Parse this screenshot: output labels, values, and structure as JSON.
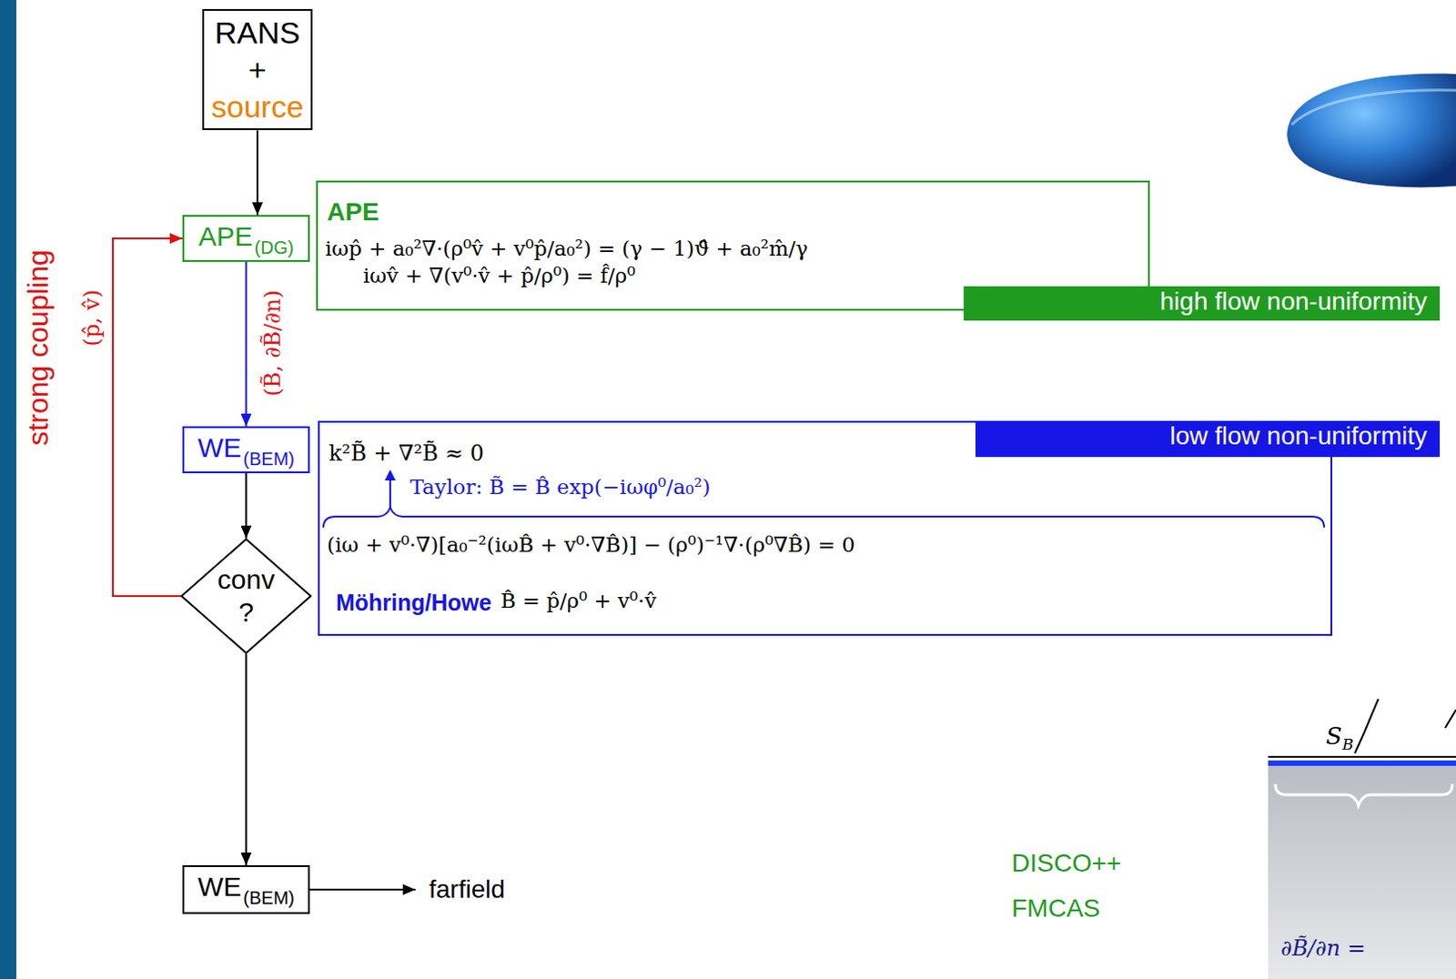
{
  "diagram": {
    "nodes": [
      {
        "text": [
          "RANS",
          "+",
          "source"
        ]
      },
      {
        "text": [
          "APE",
          "(DG)"
        ]
      },
      {
        "text": [
          "WE",
          "(BEM)"
        ]
      },
      {
        "text": [
          "conv ?"
        ]
      },
      {
        "text": [
          "WE",
          "(BEM)"
        ]
      },
      {
        "text": [
          "farfield"
        ]
      },
      {
        "text": [
          "APE",
          "iωp̂ + a₀²∇·(ρ⁰v̂ + v⁰p̂/a₀²) = (γ − 1)ϑ̂ + a₀²m̂/γ",
          "iωv̂ + ∇(v⁰·v̂ + p̂/ρ⁰) = f̂/ρ⁰"
        ]
      },
      {
        "text": [
          "k²B̃ + ∇²B̃ ≈ 0",
          "Taylor: B̃ = B̂ exp(−iωφ⁰/a₀²)",
          "(iω + v⁰·∇)[a₀⁻²(iωB̂ + v⁰·∇B̂)] − (ρ⁰)⁻¹∇·(ρ⁰∇B̂) = 0",
          "Möhring/Howe",
          "B̂ = p̂/ρ⁰ + v⁰·v̂"
        ]
      },
      {
        "text": [
          "high flow non-uniformity"
        ]
      },
      {
        "text": [
          "low flow non-uniformity"
        ]
      }
    ],
    "edges": [
      {
        "from": 0,
        "to": 1,
        "arrow": "to"
      },
      {
        "from": 1,
        "to": 2,
        "arrow": "to",
        "label": "(B̃, ∂B̃/∂n)"
      },
      {
        "from": 2,
        "to": 3,
        "arrow": "to"
      },
      {
        "from": 3,
        "to": 1,
        "arrow": "to",
        "label": "(p̂, v̂)"
      },
      {
        "from": 3,
        "to": 4,
        "arrow": "to"
      },
      {
        "from": 4,
        "to": 5,
        "arrow": "to"
      }
    ],
    "labels": [
      "strong coupling",
      "S",
      "B",
      "DISCO++",
      "FMCAS",
      "∂B̃/∂n ="
    ]
  }
}
